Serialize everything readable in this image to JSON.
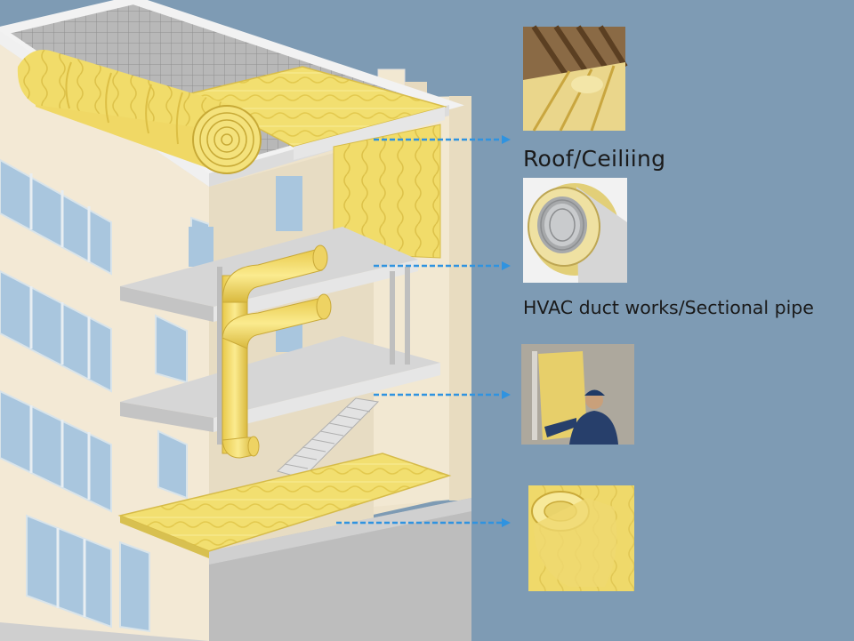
{
  "labels": {
    "roof": "Roof/Ceiliing",
    "hvac": "HVAC duct works/Sectional pipe"
  },
  "colors": {
    "background": "#7e9bb4",
    "wall": "#f1e6d0",
    "insulation": "#f3e27a",
    "window": "#a9c6de",
    "slab": "#dadada",
    "arrow": "#2f93e0"
  },
  "icons": [
    "roof-insulation-photo",
    "duct-pipe-photo",
    "wall-installer-photo",
    "insulation-roll-photo",
    "arrow-icon"
  ]
}
